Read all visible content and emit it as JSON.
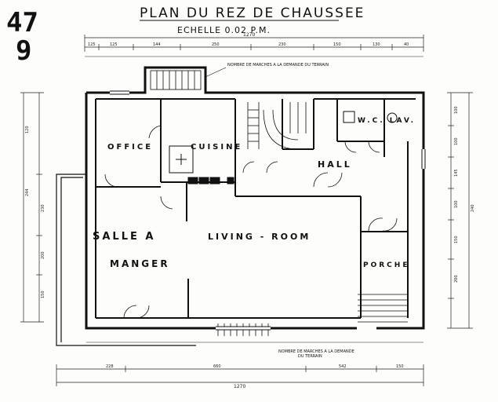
{
  "sheet_number": {
    "top": "47",
    "bottom": "9"
  },
  "title": "PLAN DU REZ DE CHAUSSEE",
  "scale": "ECHELLE 0.02 P.M.",
  "rooms": {
    "office": "OFFICE",
    "cuisine": "CUISINE",
    "hall": "HALL",
    "wc_lav": "W.C. LAV.",
    "salle_a": "SALLE A",
    "manger": "MANGER",
    "living": "LIVING - ROOM",
    "porche": "PORCHE"
  },
  "notes": {
    "top_stairs": "NOMBRE DE MARCHES A LA DEMANDE DU TERRAIN",
    "bottom_stairs_1": "NOMBRE DE MARCHES A LA DEMANDE",
    "bottom_stairs_2": "DU TERRAIN"
  },
  "dimensions": {
    "top_total": "1270",
    "top_row": [
      "125",
      "125",
      "144",
      "250",
      "230",
      "150",
      "130",
      "40"
    ],
    "bottom_row_1": [
      "228",
      "660",
      "542",
      "150"
    ],
    "bottom_total": "1270",
    "left_col": [
      "120",
      "244",
      "230",
      "200",
      "150"
    ],
    "right_col": [
      "100",
      "100",
      "145",
      "100",
      "150",
      "200",
      "240"
    ]
  }
}
